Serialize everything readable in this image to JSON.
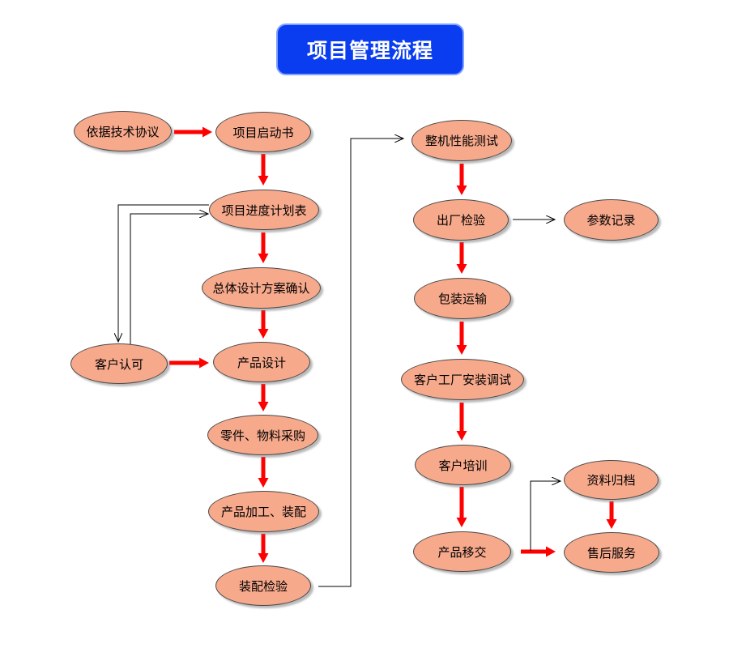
{
  "title": "项目管理流程",
  "colors": {
    "title_bg": "#0a3df0",
    "node_fill": "#f7a98c",
    "arrow_red": "#ff0000",
    "connector": "#000000"
  },
  "nodes": {
    "basis": "依据技术协议",
    "kickoff": "项目启动书",
    "schedule": "项目进度计划表",
    "design_confirm": "总体设计方案确认",
    "customer_approval": "客户认可",
    "product_design": "产品设计",
    "procurement": "零件、物料采购",
    "processing": "产品加工、装配",
    "assembly_inspection": "装配检验",
    "machine_test": "整机性能测试",
    "factory_inspection": "出厂检验",
    "params_record": "参数记录",
    "packing_shipping": "包装运输",
    "onsite_install": "客户工厂安装调试",
    "customer_training": "客户培训",
    "handover": "产品移交",
    "archive": "资料归档",
    "after_sales": "售后服务"
  }
}
